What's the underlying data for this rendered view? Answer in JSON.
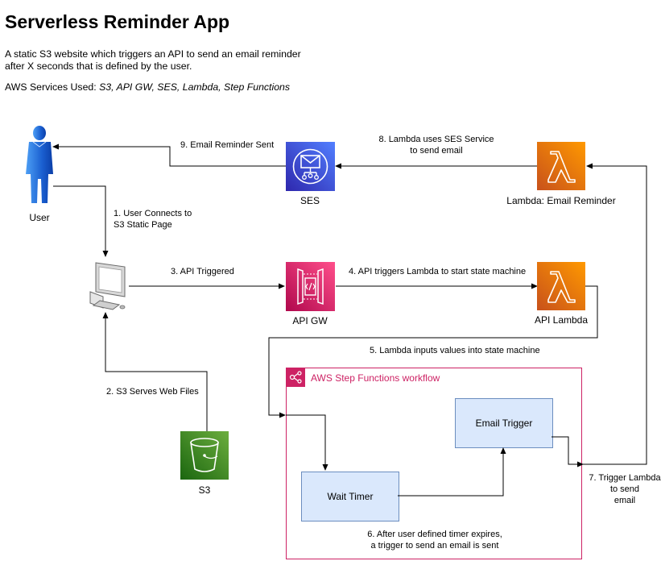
{
  "header": {
    "title": "Serverless Reminder App",
    "description": "A static S3 website which triggers an API to send an email reminder after X seconds that is defined by the user.",
    "services_prefix": "AWS Services Used: ",
    "services_list": "S3, API GW, SES, Lambda, Step Functions"
  },
  "nodes": {
    "user": "User",
    "ses": "SES",
    "lambda_email": "Lambda: Email Reminder",
    "api_gw": "API GW",
    "api_lambda": "API Lambda",
    "s3": "S3"
  },
  "step_functions": {
    "title": "AWS Step Functions workflow",
    "email_trigger": "Email Trigger",
    "wait_timer": "Wait Timer"
  },
  "steps": {
    "s1_line1": "1. User Connects to",
    "s1_line2": "S3 Static Page",
    "s2": "2. S3 Serves Web Files",
    "s3": "3. API Triggered",
    "s4": "4. API triggers Lambda to start state machine",
    "s5": "5. Lambda inputs values into state machine",
    "s6_line1": "6. After user defined timer expires,",
    "s6_line2": "a trigger to send an email is sent",
    "s7_line1": "7. Trigger Lambda",
    "s7_line2": "to send",
    "s7_line3": "email",
    "s8_line1": "8. Lambda uses SES Service",
    "s8_line2": "to send email",
    "s9": "9. Email Reminder Sent"
  },
  "colors": {
    "lambda_orange": "#ed7100",
    "api_gw_pink": "#e7157b",
    "ses_blue": "#3f48cc",
    "s3_green": "#3f8624",
    "step_functions": "#cd2264",
    "box_fill": "#dae8fc",
    "box_border": "#6c8ebf"
  }
}
